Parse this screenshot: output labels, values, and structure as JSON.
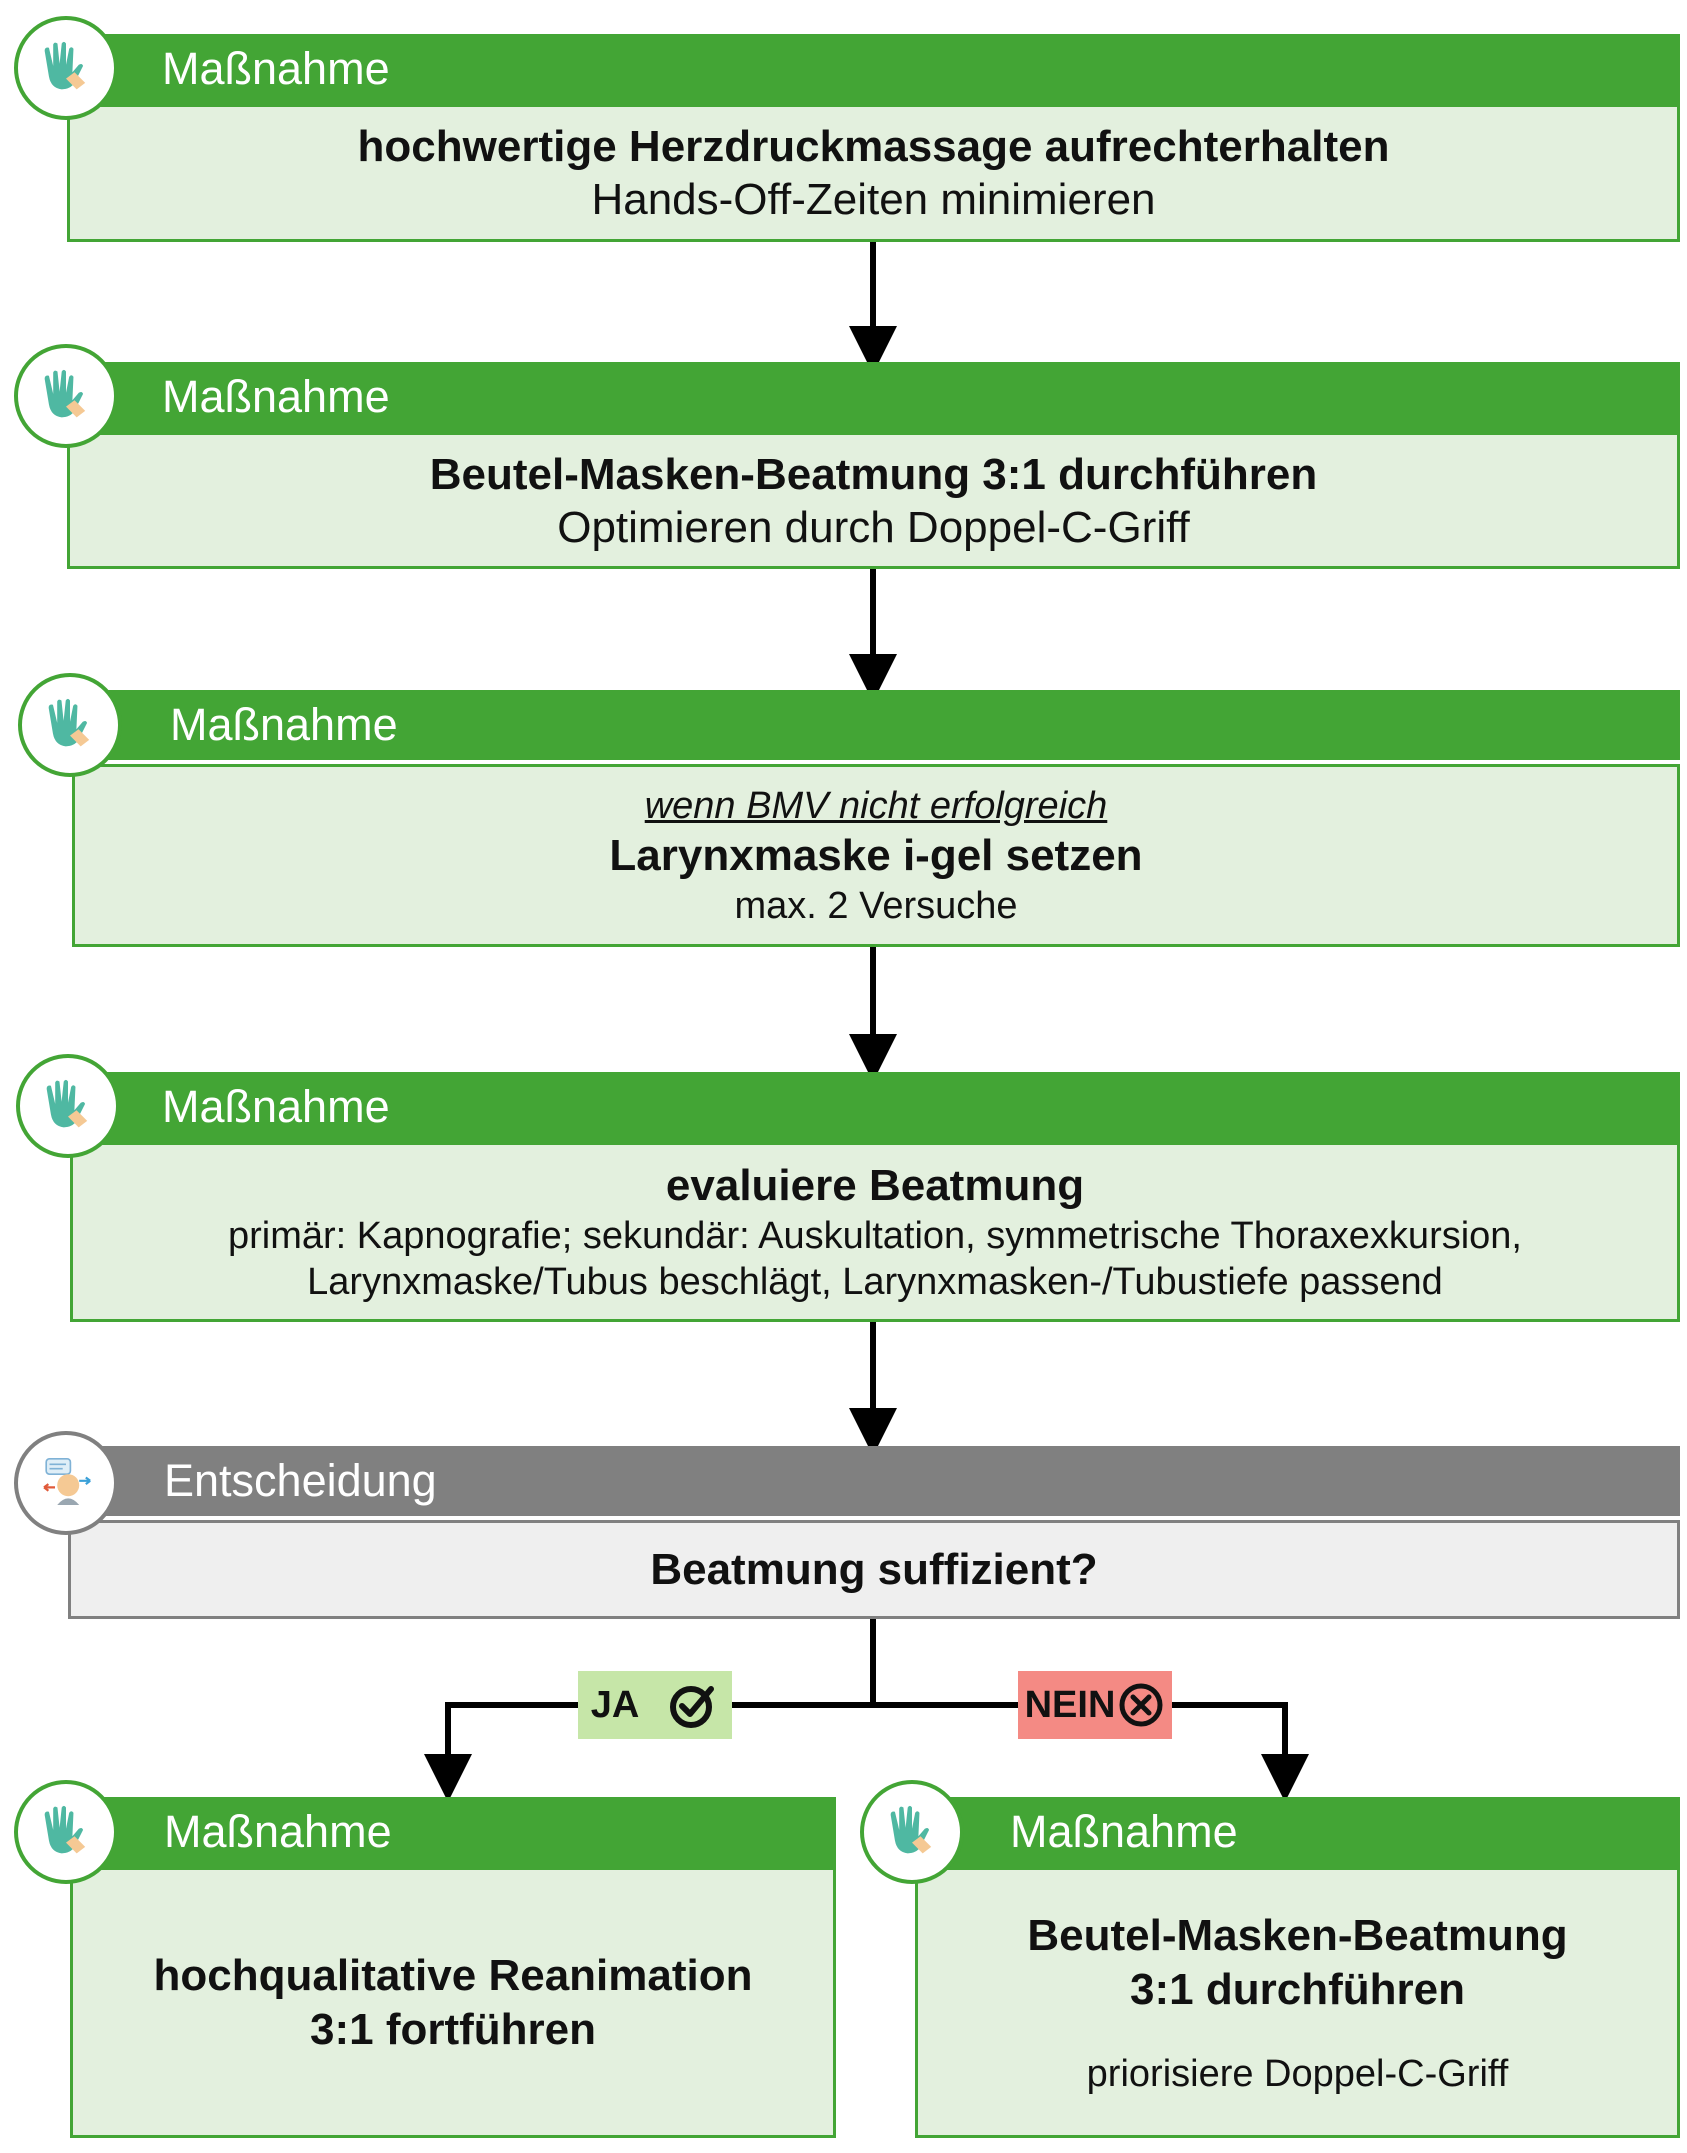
{
  "nodes": [
    {
      "header": "Maßnahme",
      "title": "hochwertige Herzdruckmassage aufrechterhalten",
      "subtitle": "Hands-Off-Zeiten minimieren"
    },
    {
      "header": "Maßnahme",
      "title": "Beutel-Masken-Beatmung 3:1 durchführen",
      "subtitle": "Optimieren durch Doppel-C-Griff"
    },
    {
      "header": "Maßnahme",
      "condition": "wenn BMV nicht erfolgreich",
      "title": "Larynxmaske i-gel setzen",
      "subtitle": "max. 2 Versuche"
    },
    {
      "header": "Maßnahme",
      "title": "evaluiere Beatmung",
      "subtitle_lines": [
        "primär: Kapnografie; sekundär: Auskultation, symmetrische Thoraxexkursion,",
        "Larynxmaske/Tubus beschlägt, Larynxmasken-/Tubustiefe passend"
      ]
    },
    {
      "header": "Entscheidung",
      "title": "Beatmung suffizient?"
    },
    {
      "header": "Maßnahme",
      "title_lines": [
        "hochqualitative Reanimation",
        "3:1 fortführen"
      ]
    },
    {
      "header": "Maßnahme",
      "title_lines": [
        "Beutel-Masken-Beatmung",
        "3:1 durchführen"
      ],
      "subtitle": "priorisiere Doppel-C-Griff"
    }
  ],
  "branches": {
    "yes": {
      "label": "JA",
      "color": "#c6e6a8"
    },
    "no": {
      "label": "NEIN",
      "color": "#f48a84"
    }
  },
  "icons": {
    "action": "gloved-hands-icon",
    "decision": "decision-person-icon"
  },
  "colors": {
    "action": "#43a535",
    "action_fill": "#e3f0de",
    "decision": "#808080",
    "decision_fill": "#efefef",
    "connector": "#000000"
  }
}
